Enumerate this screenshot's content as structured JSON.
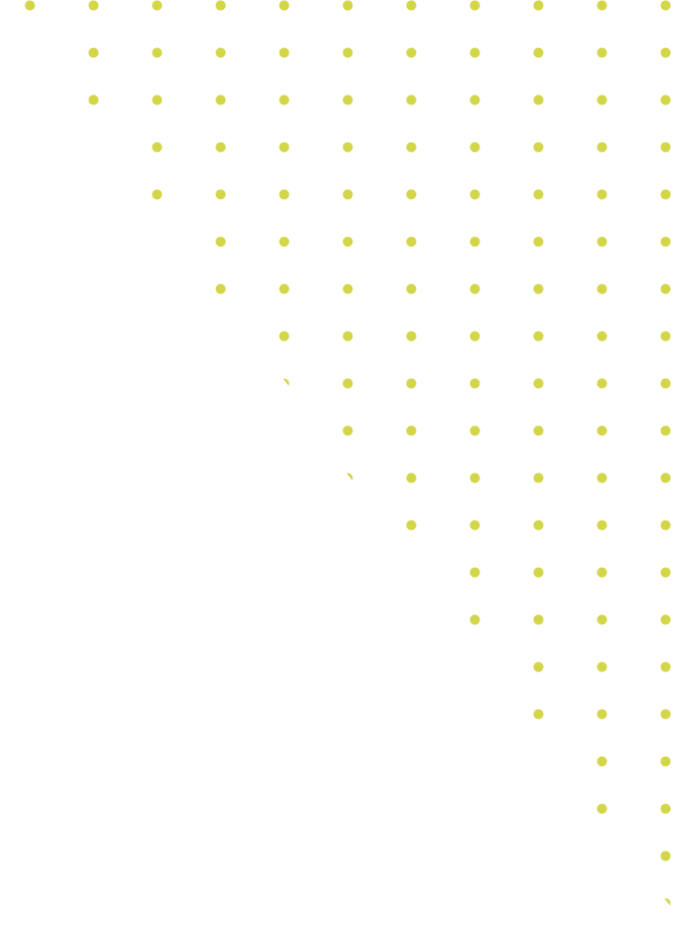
{
  "pattern": {
    "name": "diagonal-dot-grid",
    "dot_color": "#D4D64A",
    "background_color": "#FFFFFF",
    "columns": 11,
    "rows": 20,
    "row_start_columns": [
      0,
      1,
      1,
      2,
      2,
      3,
      3,
      4,
      4,
      5,
      5,
      6,
      7,
      7,
      8,
      8,
      9,
      9,
      10,
      10
    ],
    "partial_dots": [
      {
        "row": 8,
        "column": 4
      },
      {
        "row": 10,
        "column": 5
      },
      {
        "row": 19,
        "column": 10
      }
    ]
  }
}
